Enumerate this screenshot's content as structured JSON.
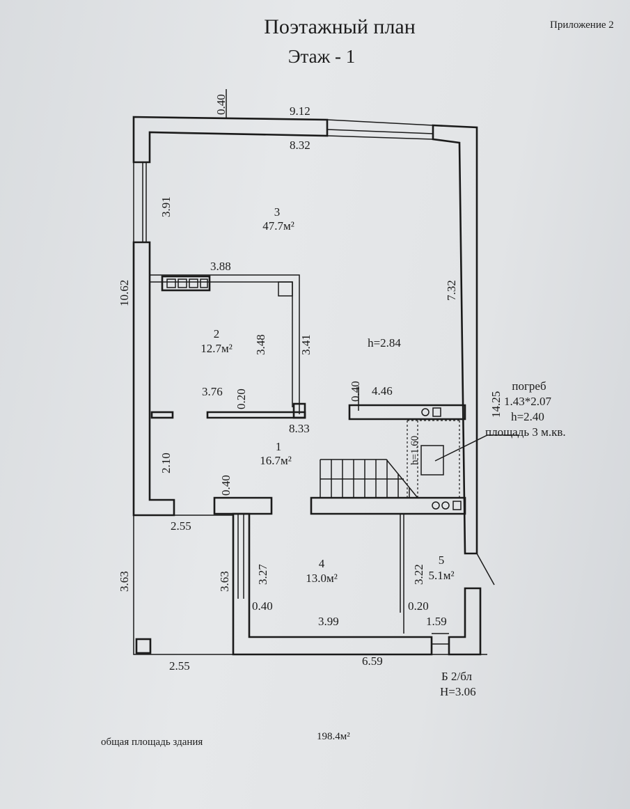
{
  "header": {
    "title": "Поэтажный план",
    "floor": "Этаж  -  1",
    "appendix": "Приложение 2"
  },
  "dimensions": {
    "top_wall_thickness": "0.40",
    "top_outer": "9.12",
    "top_inner": "8.32",
    "left_window": "3.91",
    "left_total": "10.62",
    "room2_top": "3.88",
    "room2_height": "3.48",
    "room2_right": "3.41",
    "right_room3": "7.32",
    "right_total": "14.25",
    "room2_bottom": "3.76",
    "partition_a": "0.20",
    "partition_b": "8.33",
    "partition_c": "0.40",
    "partition_d": "4.46",
    "left_lower": "2.10",
    "pillar": "0.40",
    "porch_top": "2.55",
    "porch_left": "3.63",
    "room4_left_outer": "3.63",
    "room4_left_inner": "3.27",
    "room4_wall": "0.40",
    "room4_bottom": "3.99",
    "room5_height": "3.22",
    "room5_wall": "0.20",
    "room5_bottom": "1.59",
    "porch_bottom": "2.55",
    "bottom_total": "6.59",
    "stair_h": "h=1.60"
  },
  "rooms": [
    {
      "number": "1",
      "area": "16.7м²"
    },
    {
      "number": "2",
      "area": "12.7м²"
    },
    {
      "number": "3",
      "area": "47.7м²",
      "height": "h=2.84"
    },
    {
      "number": "4",
      "area": "13.0м²"
    },
    {
      "number": "5",
      "area": "5.1м²"
    }
  ],
  "cellar": {
    "label": "погреб",
    "size": "1.43*2.07",
    "height": "h=2.40",
    "area": "площадь 3 м.кв."
  },
  "stamp": {
    "material": "Б 2/бл",
    "height": "H=3.06"
  },
  "footer": {
    "label": "общая площадь  здания",
    "value": "198.4м²"
  }
}
